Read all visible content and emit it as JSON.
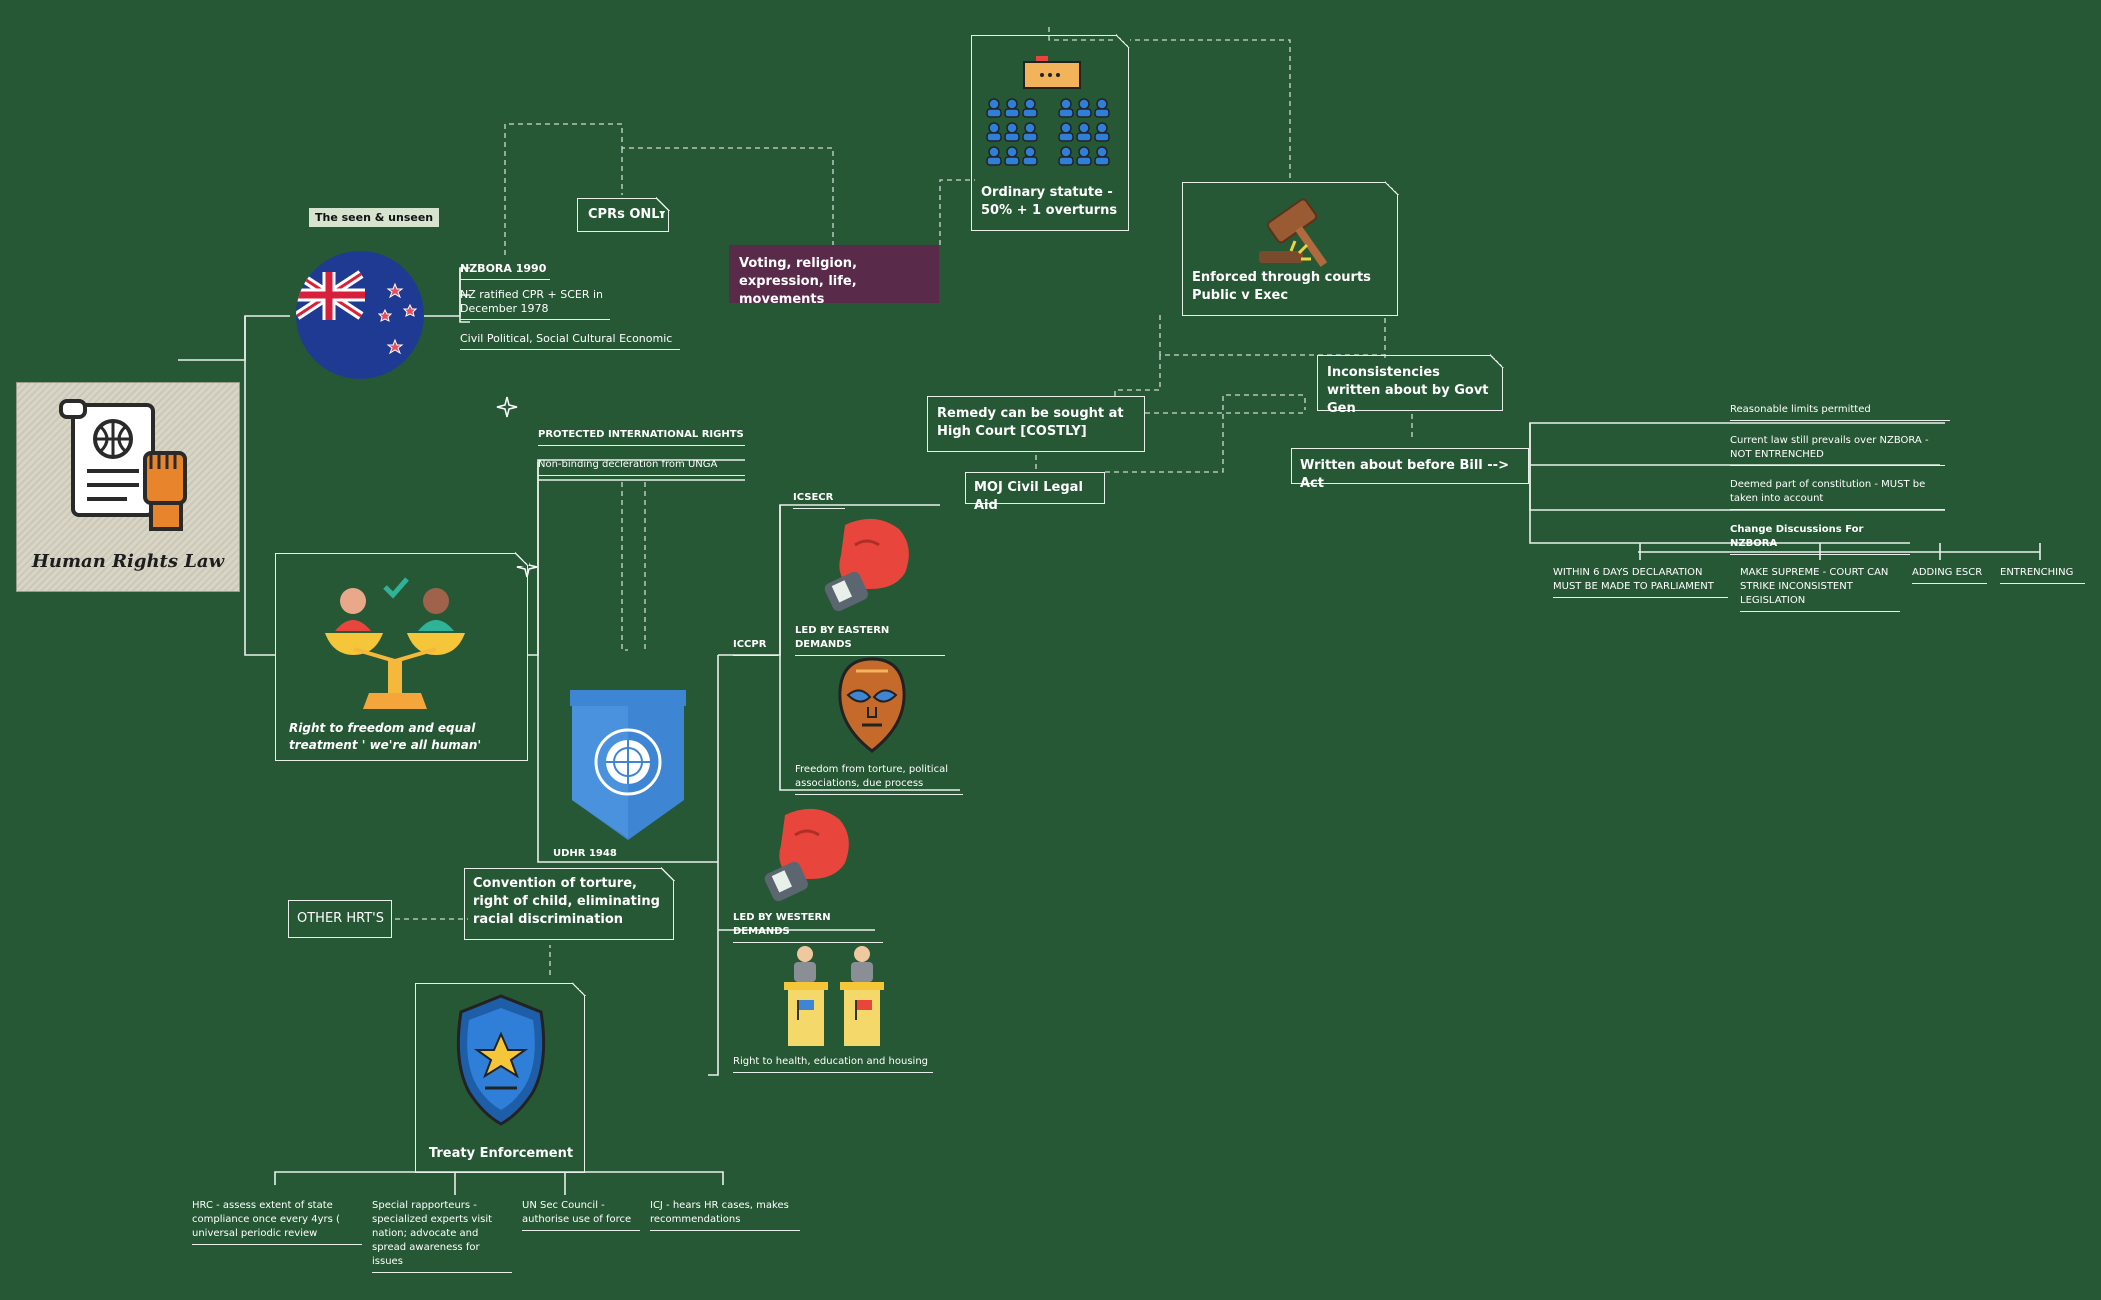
{
  "title": "Human Rights Law",
  "tooltip": "The seen & unseen",
  "nz": {
    "heading": "NZBORA 1990",
    "ratified": "NZ ratified CPR + SCER in December 1978",
    "civil": "Civil Political, Social Cultural Economic"
  },
  "cprs_only": "CPRs ONLY",
  "voting": "Voting, religion, expression, life, movements",
  "ordinary_statute": "Ordinary statute - 50% + 1 overturns",
  "enforced_courts": "Enforced through courts Public v Exec",
  "inconsistencies": "Inconsistencies written about by Govt Gen",
  "remedy": "Remedy can be sought at High Court [COSTLY]",
  "moj": "MOJ Civil Legal Aid",
  "written_before": "Written about before Bill --> Act",
  "right_list": {
    "reasonable": "Reasonable limits permitted",
    "current_law": "Current law still prevails over NZBORA - NOT ENTRENCHED",
    "deemed": "Deemed part of constitution - MUST be taken into account",
    "change": "Change Discussions For NZBORA"
  },
  "change_items": {
    "within": "WITHIN 6 DAYS DECLARATION MUST BE MADE TO PARLIAMENT",
    "supreme": "MAKE SUPREME - COURT CAN STRIKE INCONSISTENT LEGISLATION",
    "escr": "ADDING ESCR",
    "entrench": "ENTRENCHING"
  },
  "right_freedom": "Right to freedom and equal treatment ' we're all human'",
  "protected": "PROTECTED INTERNATIONAL RIGHTS",
  "nonbinding": "Non-binding decleration from UNGA",
  "udhr": "UDHR 1948",
  "icsecr": "ICSECR",
  "iccpr": "ICCPR",
  "eastern": "LED BY EASTERN DEMANDS",
  "freedom_torture": "Freedom from torture, political associations, due process",
  "western": "LED BY WESTERN DEMANDS",
  "health": "Right to health, education and housing",
  "convention": "Convention of torture, right of child, eliminating racial discrimination",
  "other_hrts": "OTHER HRT'S",
  "treaty": "Treaty Enforcement",
  "treaty_items": {
    "hrc": "HRC - assess extent of state compliance once every 4yrs ( universal periodic review",
    "special": "Special rapporteurs - specialized experts visit nation; advocate and spread awareness for issues",
    "unsec": "UN Sec Council - authorise use of force",
    "icj": "ICJ - hears HR cases, makes recommendations"
  },
  "colors": {
    "background": "#275835",
    "line": "#e9efe9",
    "voting_box": "#5a2a4a",
    "nz_flag_blue": "#1f3a93",
    "un_blue": "#3e86d4",
    "glove_red": "#e8453c",
    "badge_blue": "#2f7fd8"
  },
  "icons": [
    "document-fist-icon",
    "nz-flag-icon",
    "equality-scale-icon",
    "un-banner-icon",
    "parliament-icon",
    "gavel-icon",
    "boxing-glove-icon",
    "tribal-mask-icon",
    "politicians-podium-icon",
    "police-badge-icon",
    "sparkle-icon"
  ]
}
